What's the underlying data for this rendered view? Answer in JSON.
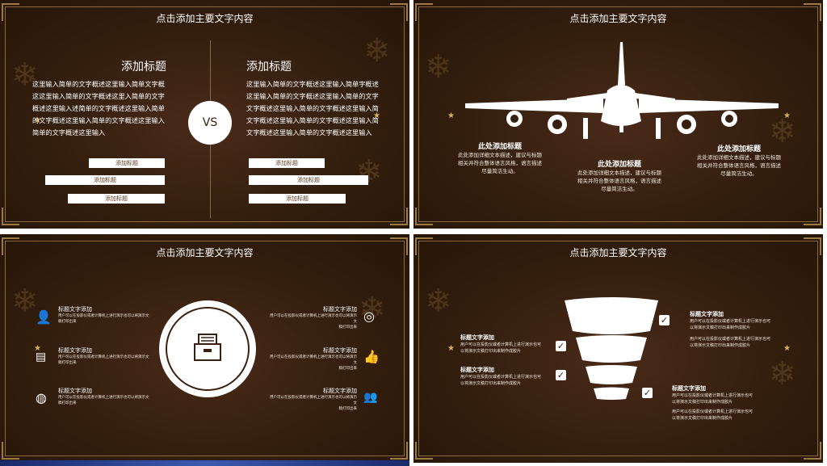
{
  "title": "点击添加主要文字内容",
  "slide1": {
    "left_heading": "添加标题",
    "right_heading": "添加标题",
    "left_body": [
      "这里输入简单的文字概述这里输入简单文字概",
      "这这里输入简单的文字概述这里入简单的文字",
      "概述这里输入述简单的文字概述这里输入简单",
      "的文字概述这里输入简单的文字概述这里输入",
      "简单的文字概述这里输入"
    ],
    "right_body": [
      "这里输入简单的文字概述这里输入简单字概述",
      "这里输入简单的文字概述这里输入简单的文字",
      "文字概述这里输入简单的文字概述这里输入简",
      "文字概述这里输入简单的文字概述这里输入简",
      "文字概述这里输入简单的文字概述这里输入"
    ],
    "vs": "VS",
    "bar_label": "添加标题"
  },
  "slide2": {
    "blocks": [
      {
        "title": "此处添加标题",
        "text": [
          "此处添加详细文本描述，建议与标题",
          "相关并符合整体语言风格，语言描述",
          "尽量简洁生动。"
        ]
      },
      {
        "title": "此处添加标题",
        "text": [
          "此处添加详细文本描述，建议与标题",
          "相关并符合整体语言风格，语言描述",
          "尽量简洁生动。"
        ]
      },
      {
        "title": "此处添加标题",
        "text": [
          "此处添加详细文本描述，建议与标题",
          "相关并符合整体语言风格，语言描述",
          "尽量简洁生动。"
        ]
      }
    ]
  },
  "slide3": {
    "item_title": "标题文字添加",
    "item_text": [
      "用户可以在投影仪或者计算机上进行演示也可以将演示文",
      "稿打印出来"
    ]
  },
  "slide4": {
    "item_title": "标题文字添加",
    "item_text": [
      "用户可以在投影仪或者计算机上进行演示也可",
      "以将演示文稿打印出来制作成胶片"
    ]
  },
  "icons": [
    "snowflake-icon",
    "star-icon",
    "airplane-icon",
    "user-icon",
    "target-icon",
    "thumbs-up-icon",
    "group-icon",
    "globe-icon",
    "chart-icon",
    "archive-icon",
    "check-icon"
  ],
  "colors": {
    "background": "#36200f",
    "border": "#8a6a3a",
    "star": "#d9b45a",
    "text": "#ffffff"
  }
}
